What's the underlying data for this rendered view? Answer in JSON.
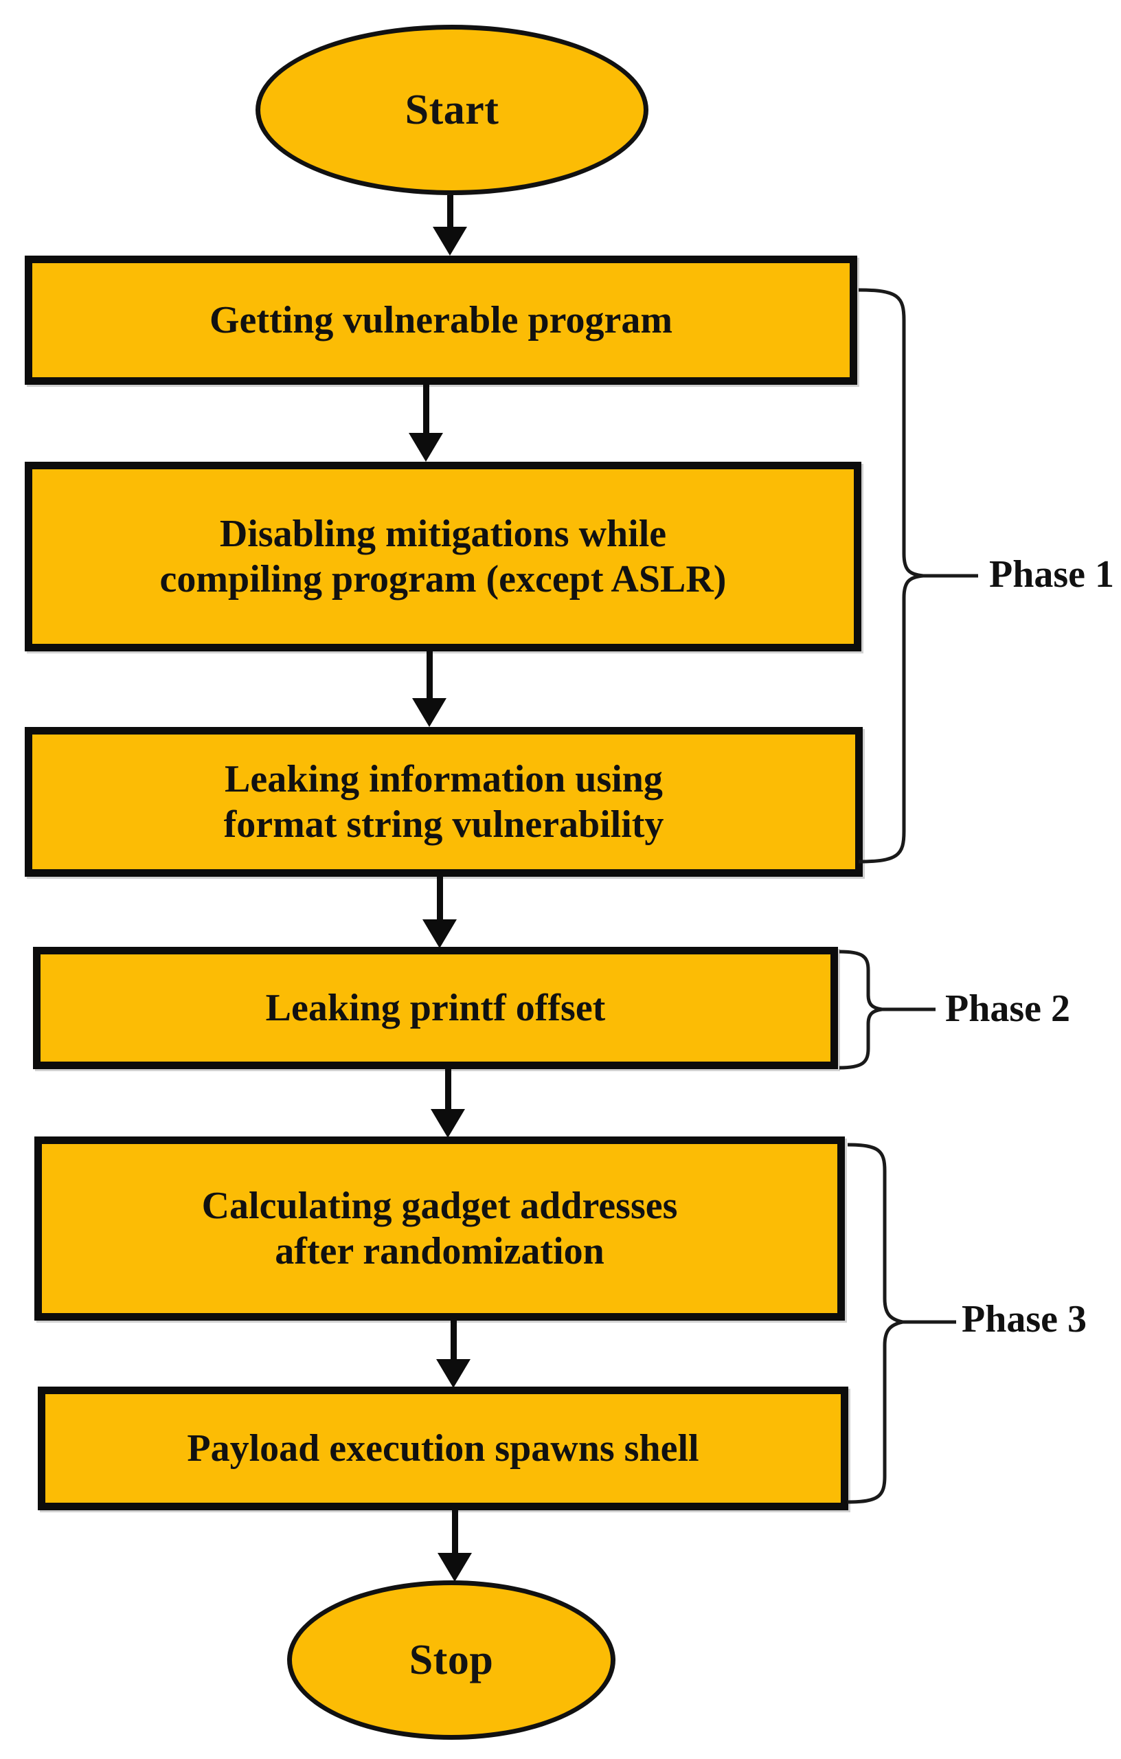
{
  "diagram": {
    "title_text_present": false,
    "colors": {
      "node_fill": "#FCBC05",
      "node_border": "#0C0C0C",
      "connector": "#0C0C0C",
      "brace": "#1A1A1A",
      "text": "#111111",
      "background": "#FFFFFF"
    },
    "nodes": [
      {
        "id": "start",
        "type": "terminator",
        "label": "Start"
      },
      {
        "id": "step1",
        "type": "process",
        "label": "Getting vulnerable program"
      },
      {
        "id": "step2",
        "type": "process",
        "label": "Disabling mitigations while\ncompiling program (except ASLR)"
      },
      {
        "id": "step3",
        "type": "process",
        "label": "Leaking information using\nformat string vulnerability"
      },
      {
        "id": "step4",
        "type": "process",
        "label": "Leaking printf offset"
      },
      {
        "id": "step5",
        "type": "process",
        "label": "Calculating gadget addresses\nafter randomization"
      },
      {
        "id": "step6",
        "type": "process",
        "label": "Payload execution spawns shell"
      },
      {
        "id": "stop",
        "type": "terminator",
        "label": "Stop"
      }
    ],
    "phases": [
      {
        "id": "phase1",
        "label": "Phase 1",
        "covers": [
          "step1",
          "step2",
          "step3"
        ]
      },
      {
        "id": "phase2",
        "label": "Phase 2",
        "covers": [
          "step4"
        ]
      },
      {
        "id": "phase3",
        "label": "Phase 3",
        "covers": [
          "step5",
          "step6"
        ]
      }
    ],
    "edges": [
      {
        "from": "start",
        "to": "step1"
      },
      {
        "from": "step1",
        "to": "step2"
      },
      {
        "from": "step2",
        "to": "step3"
      },
      {
        "from": "step3",
        "to": "step4"
      },
      {
        "from": "step4",
        "to": "step5"
      },
      {
        "from": "step5",
        "to": "step6"
      },
      {
        "from": "step6",
        "to": "stop"
      }
    ]
  }
}
